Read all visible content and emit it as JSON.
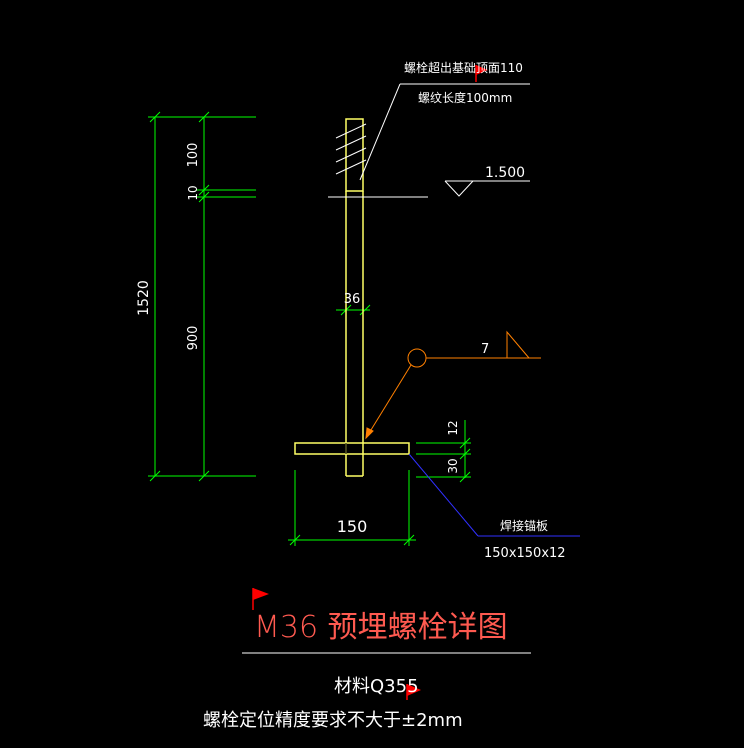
{
  "annotations": {
    "bolt_exposure": "螺栓超出基础顶面110",
    "thread_length": "螺纹长度100mm",
    "elevation": "1.500",
    "weld_size": "7",
    "weld_plate": "焊接锚板",
    "plate_size": "150x150x12"
  },
  "dimensions": {
    "total": "1520",
    "thread": "100",
    "gap": "10",
    "embed": "900",
    "diameter": "36",
    "plate_thk": "12",
    "plate_offset": "30",
    "plate_width": "150"
  },
  "title": {
    "main": "M36 预埋螺栓详图",
    "material": "材料Q355",
    "note": "螺栓定位精度要求不大于±2mm"
  },
  "colors": {
    "background": "#000000",
    "dimension": "#00ff00",
    "bolt": "#ffff66",
    "leader": "#ff8000",
    "text": "#ffffff",
    "title": "#ff5a50",
    "flag": "#ff0000",
    "plate_leader": "#3030ff"
  }
}
